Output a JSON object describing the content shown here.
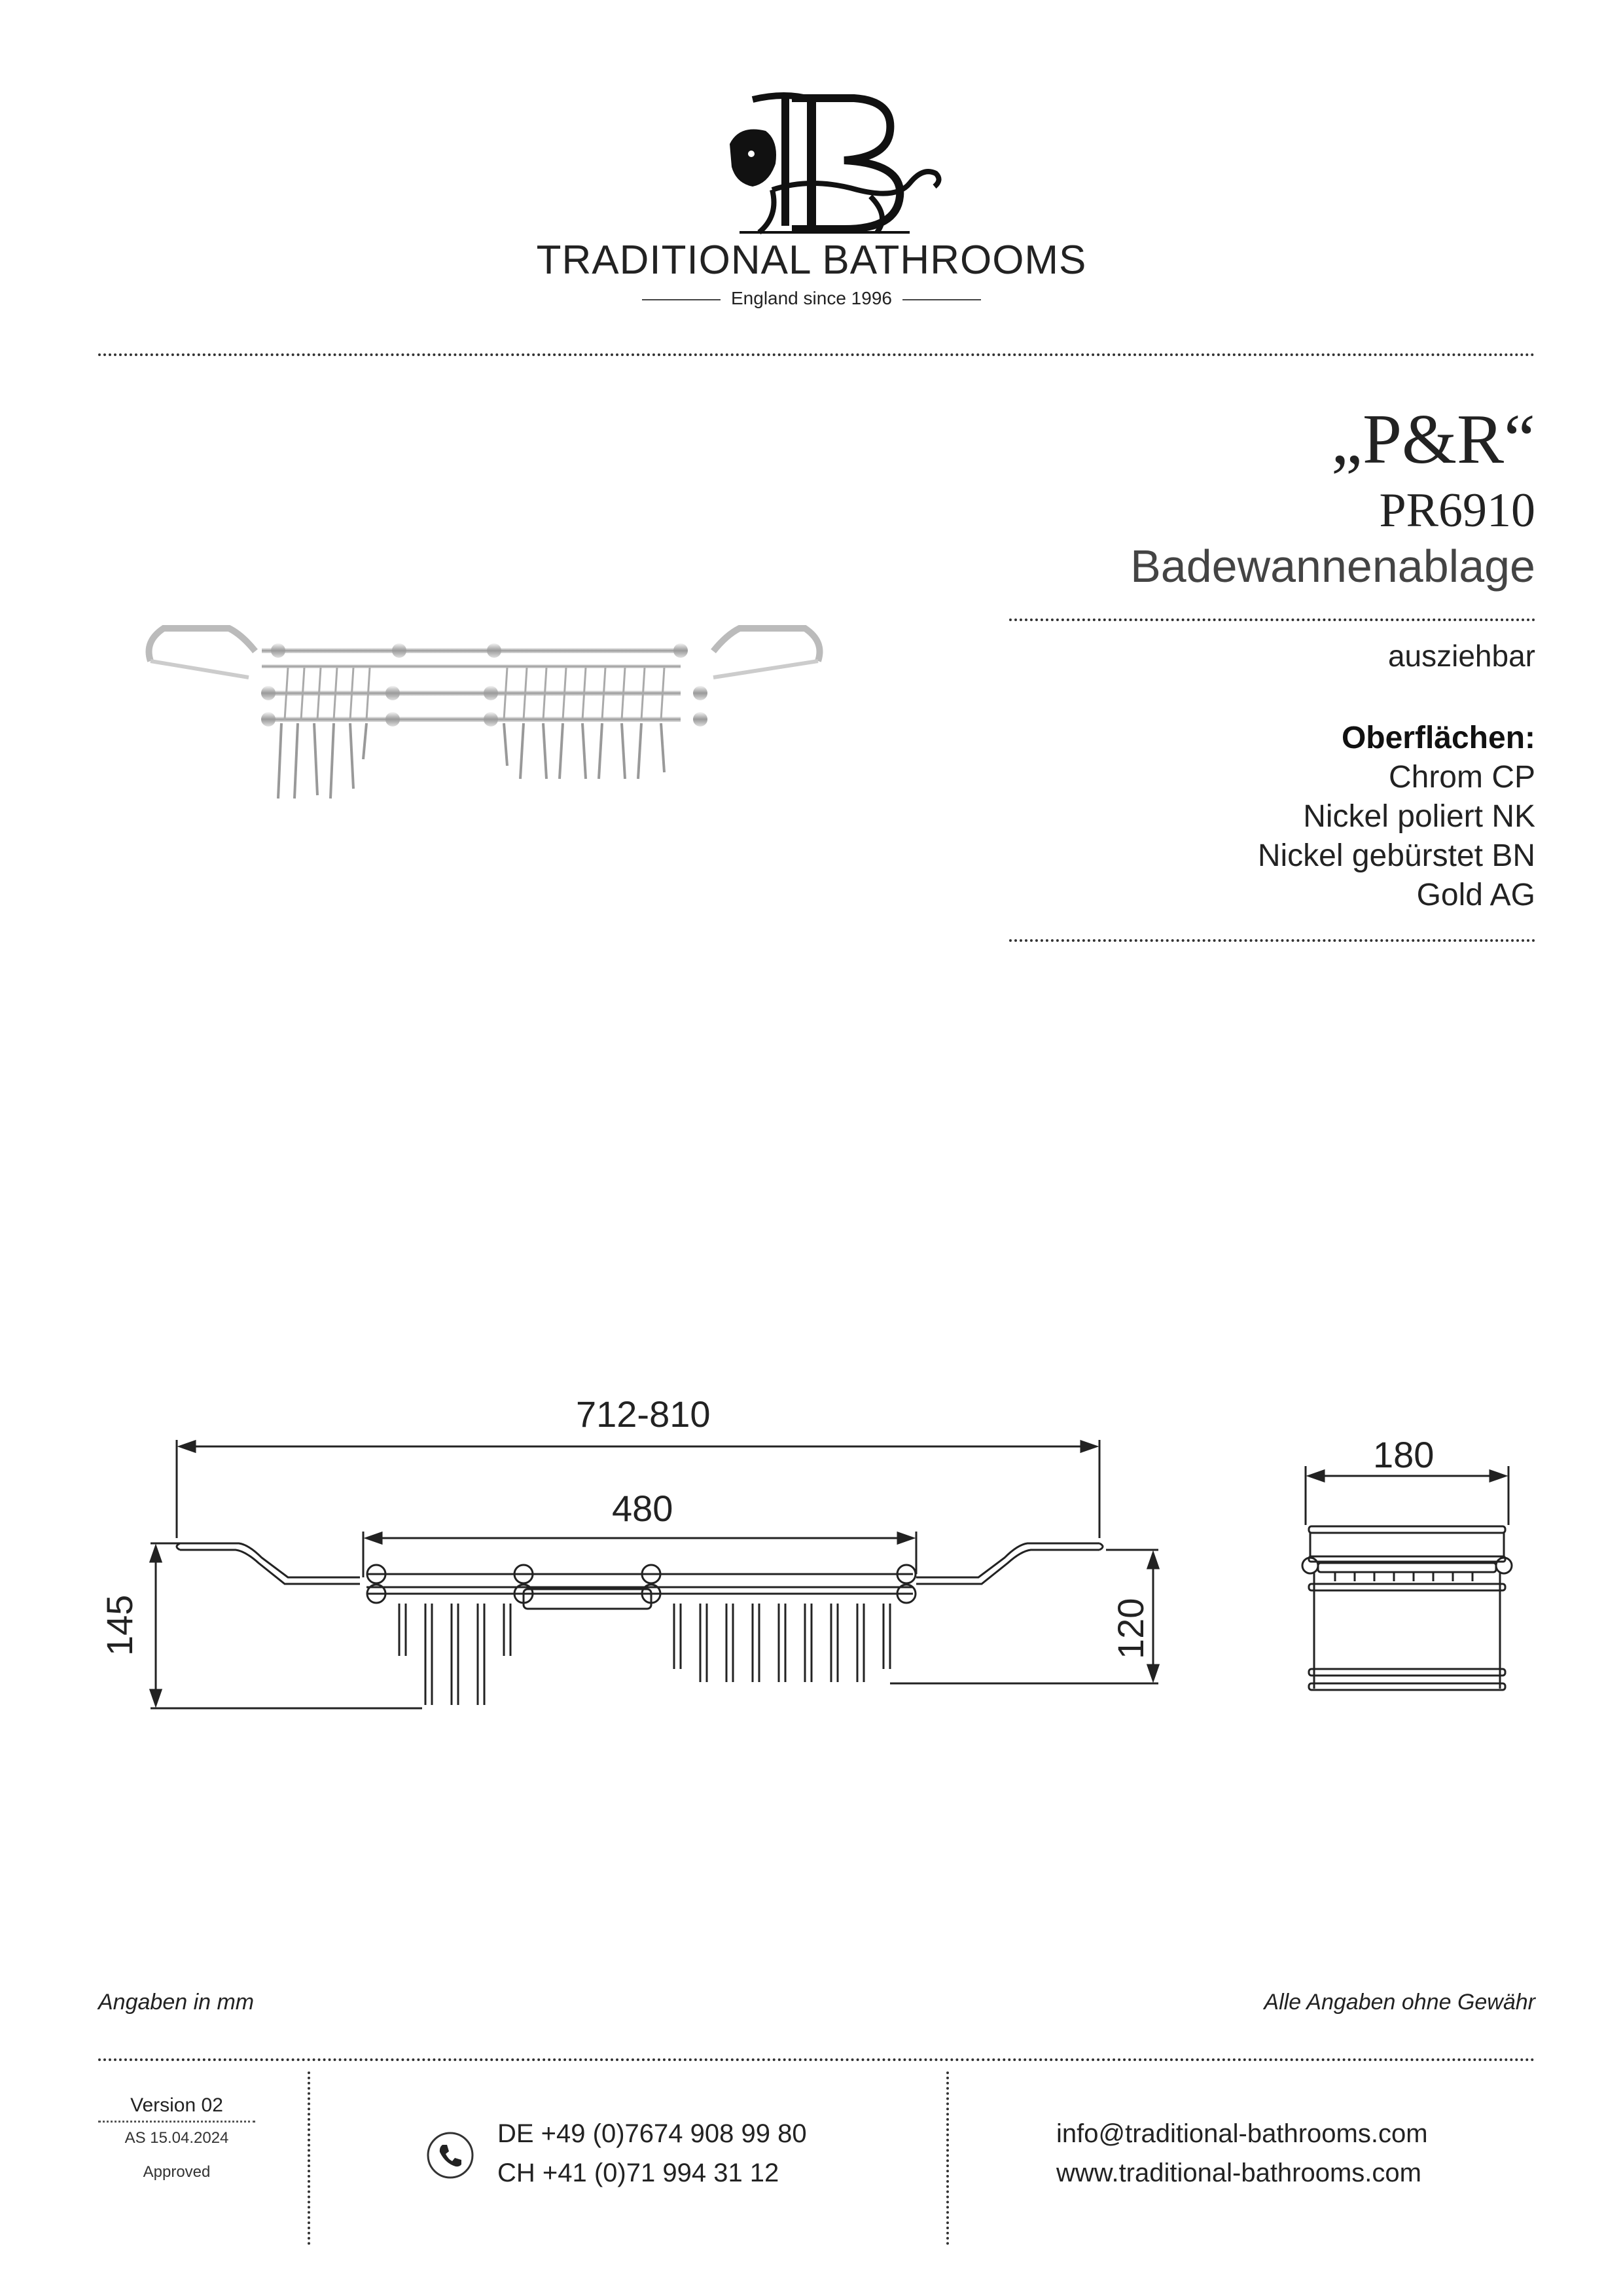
{
  "brand": {
    "name": "TRADITIONAL BATHROOMS",
    "tagline": "England since 1996",
    "monogram": "TB"
  },
  "product": {
    "series": "„P&R“",
    "code": "PR6910",
    "name": "Badewannenablage",
    "feature": "ausziehbar",
    "finishes_heading": "Oberflächen:",
    "finishes": [
      "Chrom CP",
      "Nickel poliert NK",
      "Nickel gebürstet BN",
      "Gold AG"
    ]
  },
  "drawing": {
    "overall_length": "712-810",
    "basket_length": "480",
    "total_height": "145",
    "basket_height": "120",
    "depth": "180"
  },
  "notes": {
    "units": "Angaben in mm",
    "disclaimer": "Alle Angaben ohne Gewähr"
  },
  "footer": {
    "version": "Version 02",
    "date": "AS 15.04.2024",
    "status": "Approved",
    "phone_de": "DE +49 (0)7674 908 99 80",
    "phone_ch": "CH +41 (0)71 994 31 12",
    "email": "info@traditional-bathrooms.com",
    "website": "www.traditional-bathrooms.com",
    "phone_icon": "phone-icon"
  }
}
